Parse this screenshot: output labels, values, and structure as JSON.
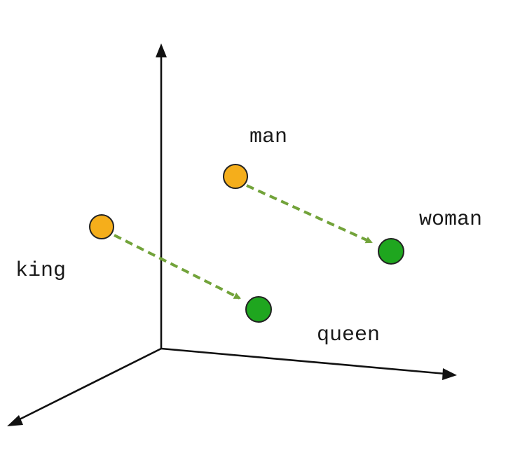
{
  "colors": {
    "axis": "#111111",
    "male_point": "#F5AE1B",
    "female_point": "#1FA61F",
    "arrow": "#72A33A"
  },
  "words": {
    "king": "king",
    "man": "man",
    "woman": "woman",
    "queen": "queen"
  }
}
